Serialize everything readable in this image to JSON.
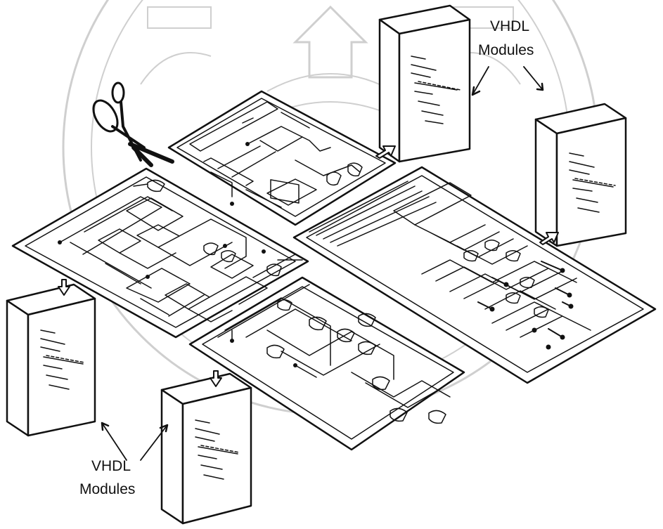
{
  "labels": {
    "top_line1": "VHDL",
    "top_line2": "Modules",
    "bottom_line1": "VHDL",
    "bottom_line2": "Modules"
  },
  "watermark": {
    "shape": "university-seal",
    "color": "#cfcfcf"
  },
  "icons": [
    "scissors-icon",
    "vhdl-module-book-icon",
    "extract-arrow-icon"
  ]
}
